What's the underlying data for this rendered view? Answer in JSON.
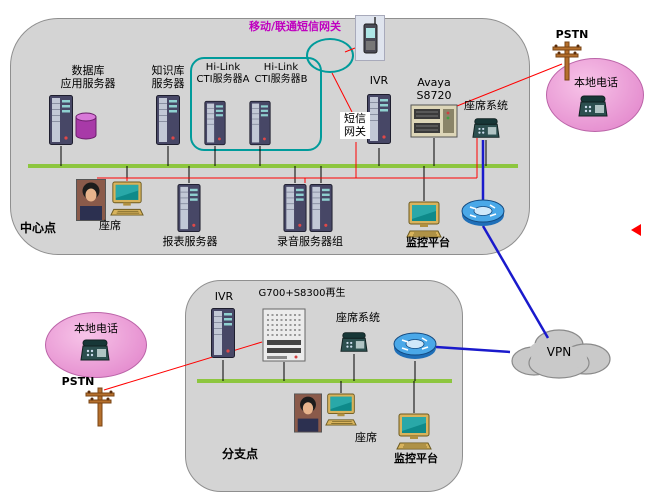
{
  "colors": {
    "bus_green": "#8dc63f",
    "phone_line_red": "#ff0000",
    "wan_line_blue": "#1a1acc",
    "zone_fill": "#d4d4d4",
    "ellipse_pink": "#e07ec8",
    "cti_border_teal": "#009b9b",
    "sms_title_magenta": "#c000c0",
    "cloud_gray": "#c9c9c9"
  },
  "center_zone": {
    "zone_label": "中心点",
    "sms_gateway_title": "移动/联通短信网关",
    "db_server": "数据库\n应用服务器",
    "kb_server": "知识库\n服务器",
    "cti_server_a": "Hi-Link\nCTI服务器A",
    "cti_server_b": "Hi-Link\nCTI服务器B",
    "ivr": "IVR",
    "sms_gateway": "短信\n网关",
    "avaya": "Avaya\nS8720",
    "agent_system": "座席系统",
    "agent": "座席",
    "report_server": "报表服务器",
    "recording_group": "录音服务器组",
    "monitor": "监控平台"
  },
  "branch_zone": {
    "zone_label": "分支点",
    "ivr": "IVR",
    "media_gateway": "G700+S8300再生",
    "agent_system": "座席系统",
    "agent": "座席",
    "monitor": "监控平台"
  },
  "external": {
    "pstn_top": "PSTN",
    "local_phone_top": "本地电话",
    "pstn_bottom": "PSTN",
    "local_phone_bottom": "本地电话",
    "vpn": "VPN"
  }
}
